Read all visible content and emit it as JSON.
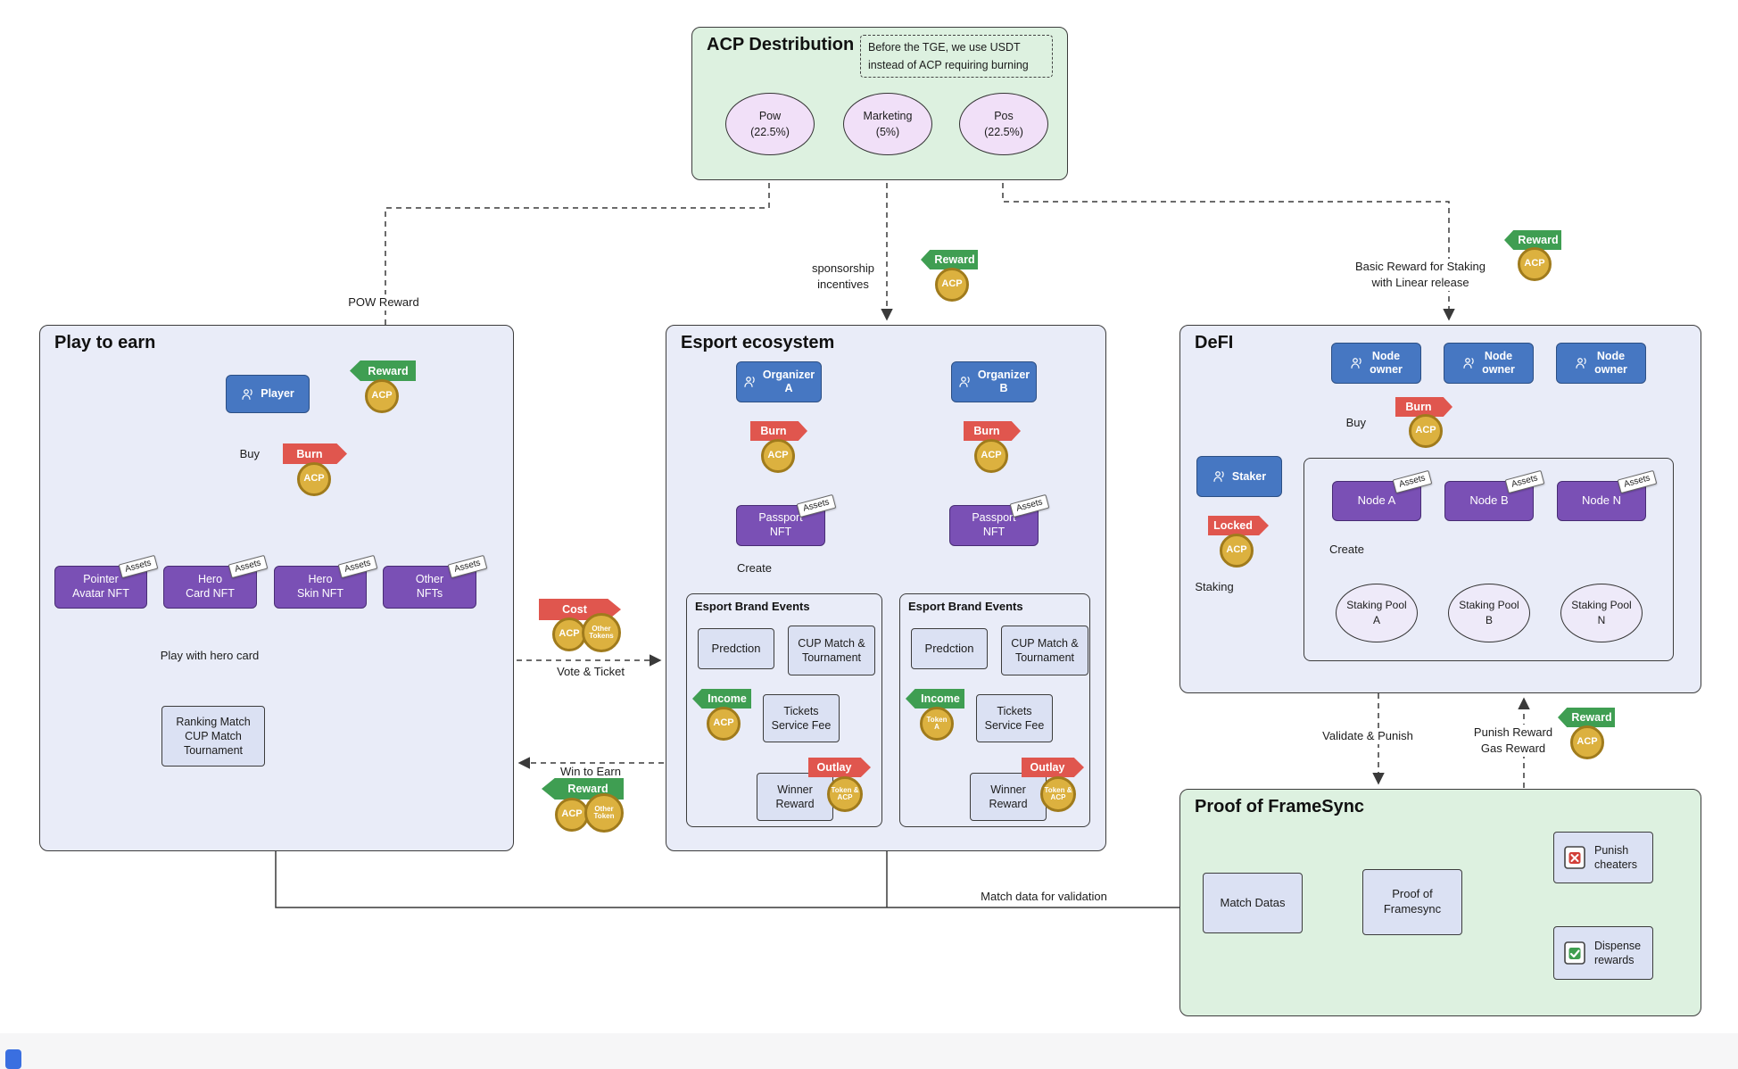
{
  "acp": {
    "title": "ACP Destribution",
    "note": "Before the TGE, we use USDT\ninstead of  ACP requiring burning",
    "pow": "Pow\n(22.5%)",
    "marketing": "Marketing\n(5%)",
    "pos": "Pos\n(22.5%)"
  },
  "badges": {
    "reward": "Reward",
    "burn": "Burn",
    "cost": "Cost",
    "outlay": "Outlay",
    "income": "Income",
    "locked": "Locked"
  },
  "coins": {
    "acp": "ACP",
    "other_tokens": "Other\nTokens",
    "other_token": "Other\nToken",
    "token_a": "Token\nA",
    "token_acp": "Token &\nACP"
  },
  "labels": {
    "pow_reward": "POW Reward",
    "sponsorship": "sponsorship\nincentives",
    "basic_reward": "Basic Reward for Staking\nwith Linear release",
    "vote_ticket": "Vote & Ticket",
    "win_to_earn": "Win to Earn",
    "buy": "Buy",
    "create": "Create",
    "staking": "Staking",
    "play_with_hero": "Play with hero card",
    "match_data": "Match data for validation",
    "validate_punish": "Validate & Punish",
    "punish_gas": "Punish Reward\nGas Reward",
    "assets": "Assets"
  },
  "play": {
    "title": "Play to earn",
    "player": "Player",
    "nft1": "Pointer\nAvatar NFT",
    "nft2": "Hero\nCard NFT",
    "nft3": "Hero\nSkin NFT",
    "nft4": "Other\nNFTs",
    "ranking": "Ranking Match\nCUP Match\nTournament"
  },
  "esport": {
    "title": "Esport ecosystem",
    "organizer_a": "Organizer\nA",
    "organizer_b": "Organizer\nB",
    "passport": "Passport\nNFT",
    "events_title": "Esport Brand Events",
    "prediction": "Predction",
    "cup_match": "CUP Match &\nTournament",
    "tickets": "Tickets\nService Fee",
    "winner": "Winner\nReward"
  },
  "defi": {
    "title": "DeFI",
    "node_owner": "Node\nowner",
    "staker": "Staker",
    "node_a": "Node A",
    "node_b": "Node B",
    "node_n": "Node N",
    "pool_a": "Staking Pool\nA",
    "pool_b": "Staking Pool\nB",
    "pool_n": "Staking Pool\nN"
  },
  "proof": {
    "title": "Proof of FrameSync",
    "match_datas": "Match Datas",
    "proof_box": "Proof of\nFramesync",
    "punish": "Punish\ncheaters",
    "dispense": "Dispense\nrewards"
  }
}
